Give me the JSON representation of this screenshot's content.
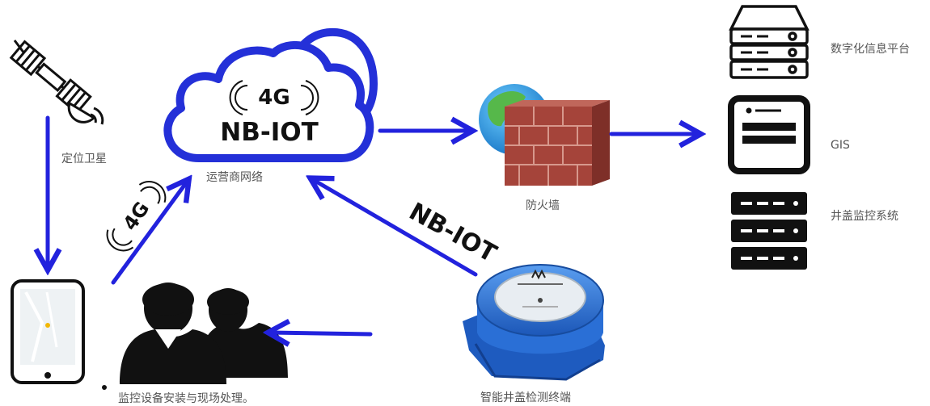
{
  "cloud": {
    "badge": "4G",
    "title": "NB-IOT",
    "caption": "运营商网络"
  },
  "satellite": {
    "caption": "定位卫星"
  },
  "firewall": {
    "caption": "防火墙"
  },
  "links": {
    "badge_4g": "4G",
    "nbiot": "NB-IOT"
  },
  "staff": {
    "caption": "监控设备安装与现场处理。"
  },
  "terminal": {
    "caption": "智能井盖检测终端"
  },
  "servers": [
    {
      "label": "数字化信息平台"
    },
    {
      "label": "GIS"
    },
    {
      "label": "井盖监控系统"
    }
  ],
  "colors": {
    "arrow": "#2222dd",
    "cloud": "#2430d8",
    "device": "#2a6fd6",
    "wall": "#a5443a",
    "ink": "#111111"
  }
}
